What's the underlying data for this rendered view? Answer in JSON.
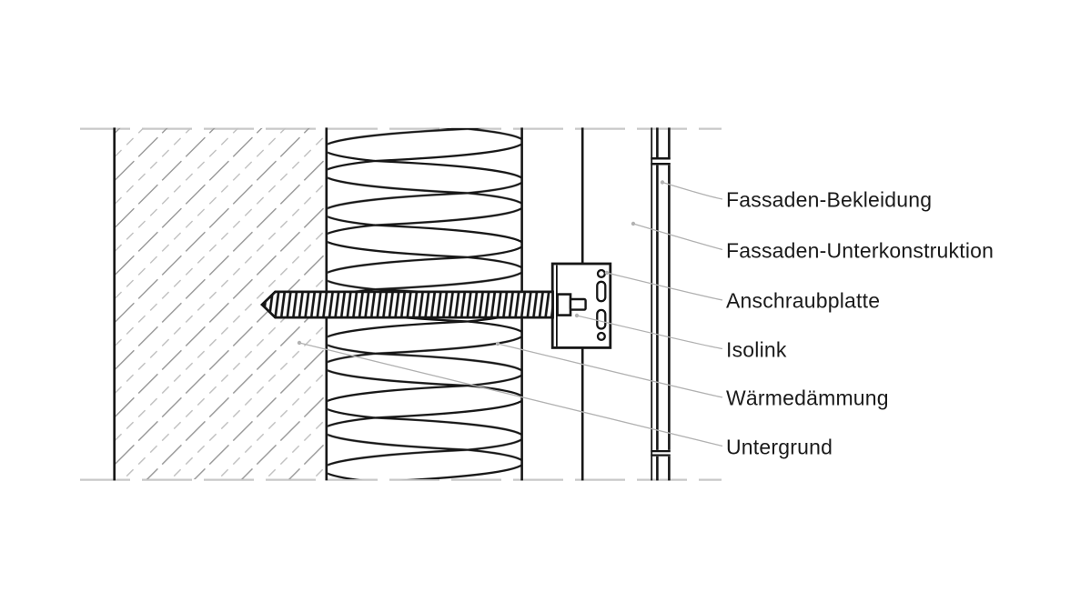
{
  "diagram": {
    "title": "Isolink facade anchor section detail",
    "labels": [
      {
        "id": "fassaden-bekleidung",
        "text": "Fassaden-Bekleidung"
      },
      {
        "id": "fassaden-unterkonstruktion",
        "text": "Fassaden-Unterkonstruktion"
      },
      {
        "id": "anschraubplatte",
        "text": "Anschraubplatte"
      },
      {
        "id": "isolink",
        "text": "Isolink"
      },
      {
        "id": "waermedaemmung",
        "text": "Wärmedämmung"
      },
      {
        "id": "untergrund",
        "text": "Untergrund"
      }
    ],
    "colors": {
      "background": "#ffffff",
      "drawing_line": "#161616",
      "text": "#1a1a1a",
      "leader_line": "#b2b2b2",
      "hatch_dark": "#9d9d9d",
      "hatch_light": "#c3c3c3",
      "boundary_dash": "#c8c8c8"
    }
  }
}
